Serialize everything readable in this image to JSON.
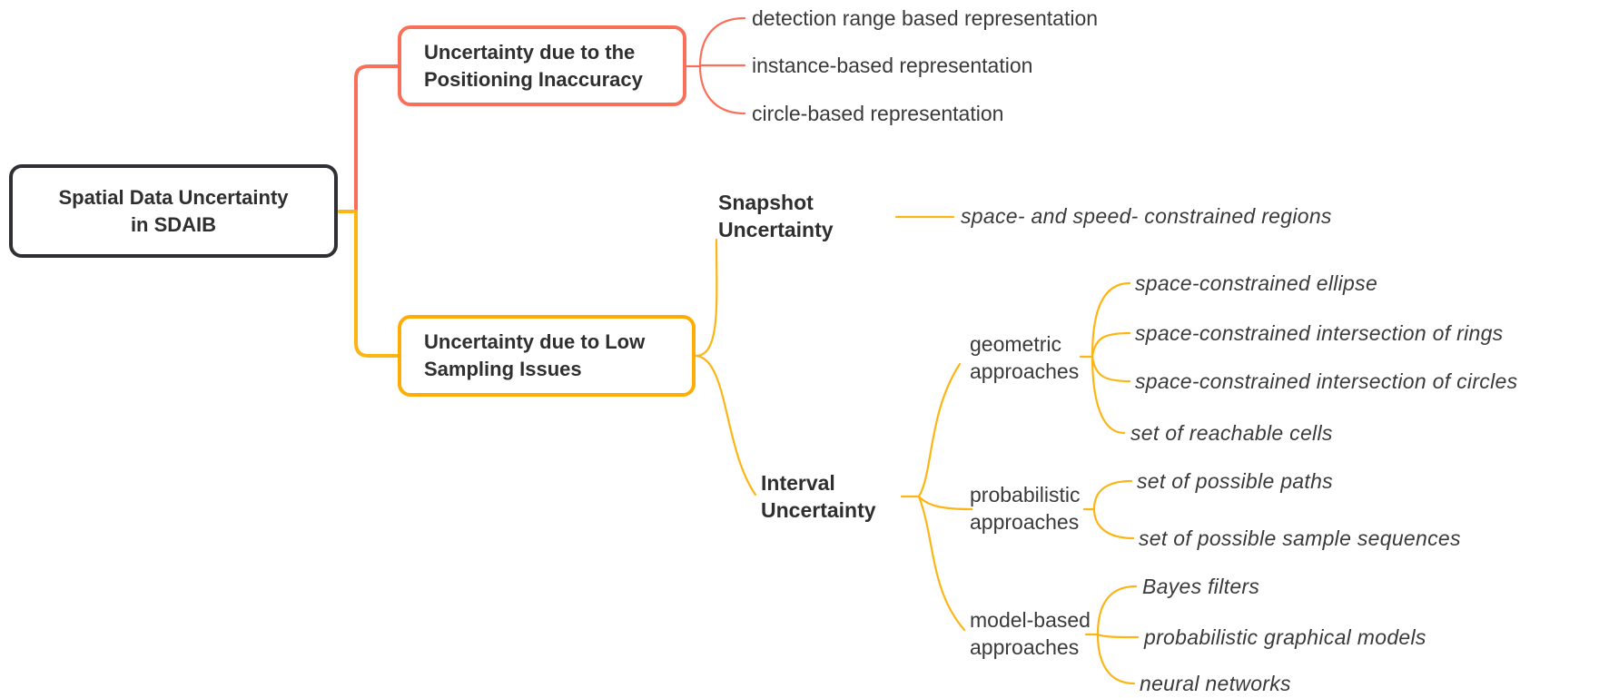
{
  "colors": {
    "positioning_branch": "#F9705A",
    "sampling_branch": "#FDB515",
    "sampling_border": "#FFAD05",
    "root_border": "#2E3033",
    "text_dark": "#2F2F2F",
    "text_leaf": "#3A3A3A",
    "background": "#FFFFFF"
  },
  "nodes": {
    "root": {
      "lines": [
        "Spatial Data Uncertainty",
        "in SDAIB"
      ]
    },
    "positioning": {
      "lines": [
        "Uncertainty due to the",
        "Positioning Inaccuracy"
      ],
      "leaves": [
        "detection range based representation",
        "instance-based representation",
        "circle-based representation"
      ]
    },
    "sampling": {
      "lines": [
        "Uncertainty due to Low",
        "Sampling Issues"
      ]
    },
    "snapshot": {
      "lines": [
        "Snapshot",
        "Uncertainty"
      ],
      "leaf": "space- and speed- constrained regions"
    },
    "interval": {
      "lines": [
        "Interval",
        "Uncertainty"
      ]
    },
    "geometric": {
      "lines": [
        "geometric",
        "approaches"
      ],
      "leaves": [
        "space-constrained ellipse",
        "space-constrained intersection of rings",
        "space-constrained intersection of circles",
        "set of reachable cells"
      ]
    },
    "probabilistic": {
      "lines": [
        "probabilistic",
        "approaches"
      ],
      "leaves": [
        "set of possible paths",
        "set of possible sample sequences"
      ]
    },
    "model_based": {
      "lines": [
        "model-based",
        "approaches"
      ],
      "leaves": [
        "Bayes filters",
        "probabilistic graphical models",
        "neural networks"
      ]
    }
  }
}
